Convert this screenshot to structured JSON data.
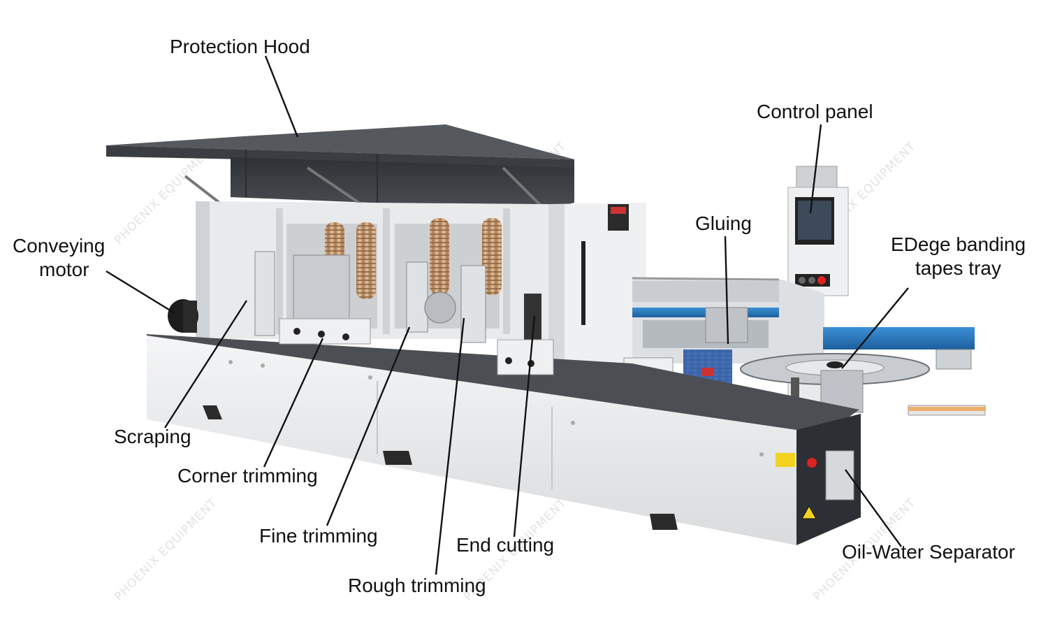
{
  "watermark": "PHOENIX EQUIPMENT",
  "labels": {
    "protection_hood": "Protection Hood",
    "control_panel": "Control panel",
    "conveying_motor_1": "Conveying",
    "conveying_motor_2": "motor",
    "gluing": "Gluing",
    "edge_tray_1": "EDege banding",
    "edge_tray_2": "tapes tray",
    "scraping": "Scraping",
    "corner_trimming": "Corner trimming",
    "fine_trimming": "Fine trimming",
    "end_cutting": "End cutting",
    "rough_trimming": "Rough trimming",
    "oil_water_separator": "Oil-Water Separator"
  }
}
